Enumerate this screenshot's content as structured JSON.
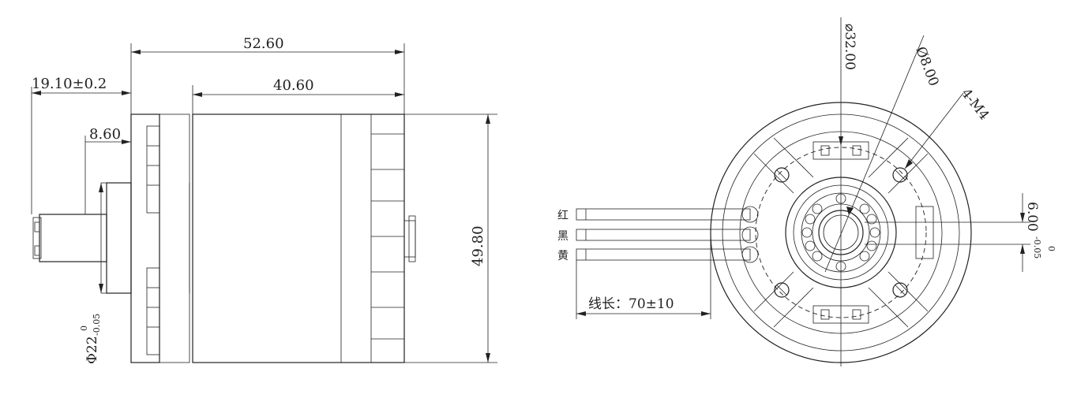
{
  "side_view": {
    "dim_overall_length": "52.60",
    "dim_body_length": "40.60",
    "dim_shaft_length": "19.10±0.2",
    "dim_shaft_step": "8.60",
    "dim_height": "49.80",
    "dim_mount_diameter": "Φ22",
    "dim_mount_tol_upper": "0",
    "dim_mount_tol_lower": "-0.05"
  },
  "front_view": {
    "dim_bolt_circle": "⌀32.00",
    "dim_shaft_diameter": "Ø8.00",
    "dim_screws": "4-M4",
    "dim_shaft_flat": "6.00",
    "dim_flat_tol_upper": "0",
    "dim_flat_tol_lower": "-0.05",
    "wire_labels": [
      "红",
      "黑",
      "黄"
    ],
    "wire_length": "线长：70±10"
  }
}
